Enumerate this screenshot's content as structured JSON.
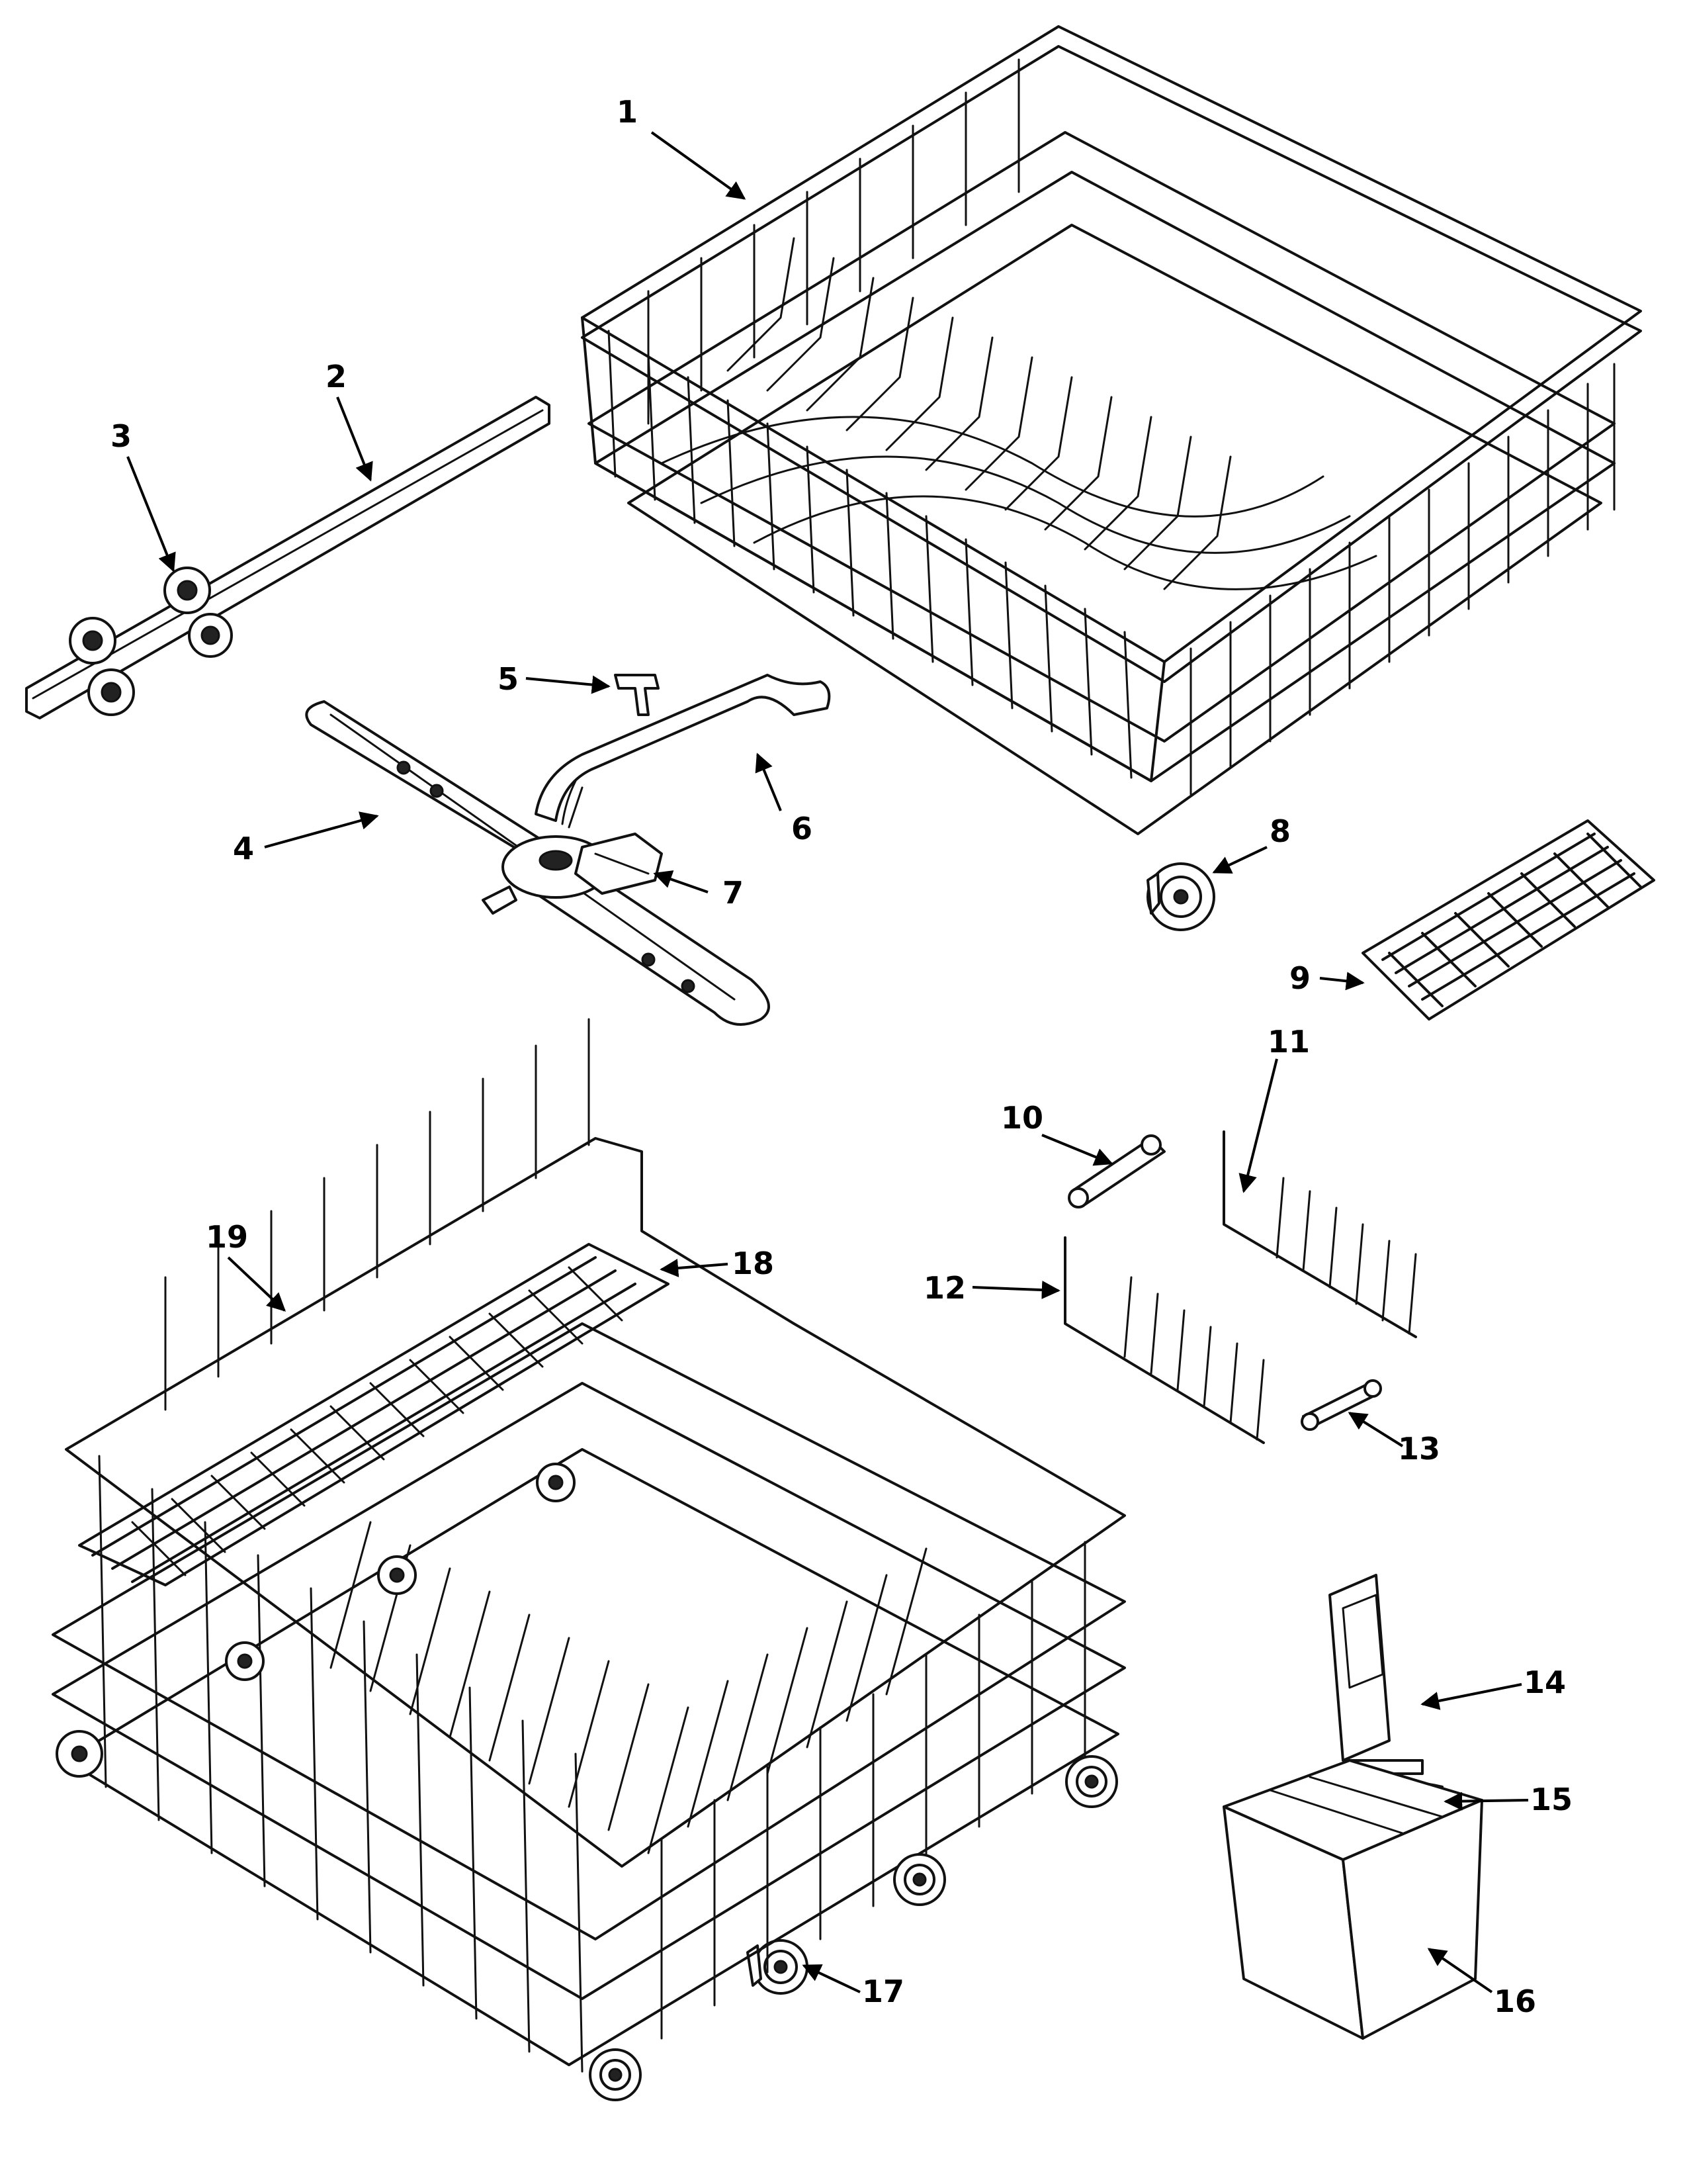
{
  "callouts": [
    {
      "id": "1",
      "text": "1"
    },
    {
      "id": "2",
      "text": "2"
    },
    {
      "id": "3",
      "text": "3"
    },
    {
      "id": "4",
      "text": "4"
    },
    {
      "id": "5",
      "text": "5"
    },
    {
      "id": "6",
      "text": "6"
    },
    {
      "id": "7",
      "text": "7"
    },
    {
      "id": "8",
      "text": "8"
    },
    {
      "id": "9",
      "text": "9"
    },
    {
      "id": "10",
      "text": "10"
    },
    {
      "id": "11",
      "text": "11"
    },
    {
      "id": "12",
      "text": "12"
    },
    {
      "id": "13",
      "text": "13"
    },
    {
      "id": "14",
      "text": "14"
    },
    {
      "id": "15",
      "text": "15"
    },
    {
      "id": "16",
      "text": "16"
    },
    {
      "id": "17",
      "text": "17"
    },
    {
      "id": "18",
      "text": "18"
    },
    {
      "id": "19",
      "text": "19"
    }
  ],
  "colors": {
    "line": "#111111",
    "background": "#ffffff"
  }
}
